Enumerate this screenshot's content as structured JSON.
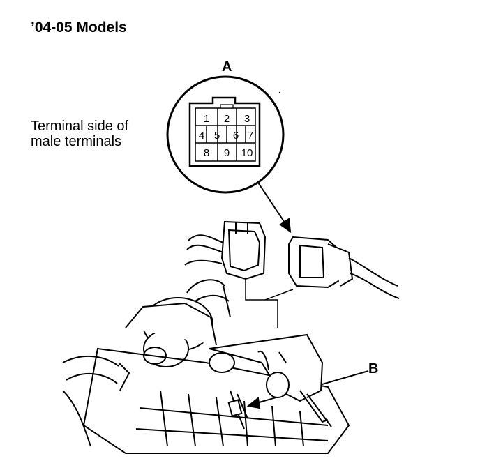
{
  "title": "’04-05 Models",
  "callout_a": "A",
  "callout_b": "B",
  "description": [
    "Terminal side of",
    "male terminals"
  ],
  "connector_pins": [
    "1",
    "2",
    "3",
    "4",
    "5",
    "6",
    "7",
    "8",
    "9",
    "10"
  ]
}
